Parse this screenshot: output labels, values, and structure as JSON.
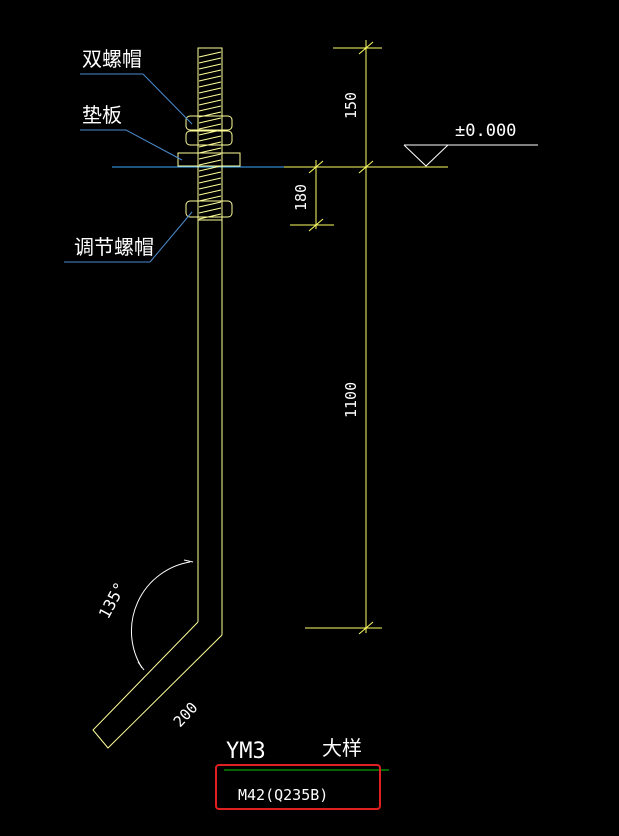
{
  "labels": {
    "double_nut": "双螺帽",
    "washer": "垫板",
    "adjusting_nut": "调节螺帽"
  },
  "elevation": "±0.000",
  "dimensions": {
    "top": "150",
    "small": "180",
    "main": "1100",
    "hook_length": "200",
    "angle": "135°"
  },
  "caption": {
    "code": "YM3",
    "title": "大样",
    "spec": "M42(Q235B)"
  },
  "colors": {
    "background": "#000000",
    "line": "#ffffff",
    "bolt": "#ffff99",
    "dimension": "#ffff66",
    "ground_line": "#3fa9ff",
    "leader": "#4a8ccf",
    "underline": "#00c800",
    "highlight": "#e02020"
  }
}
